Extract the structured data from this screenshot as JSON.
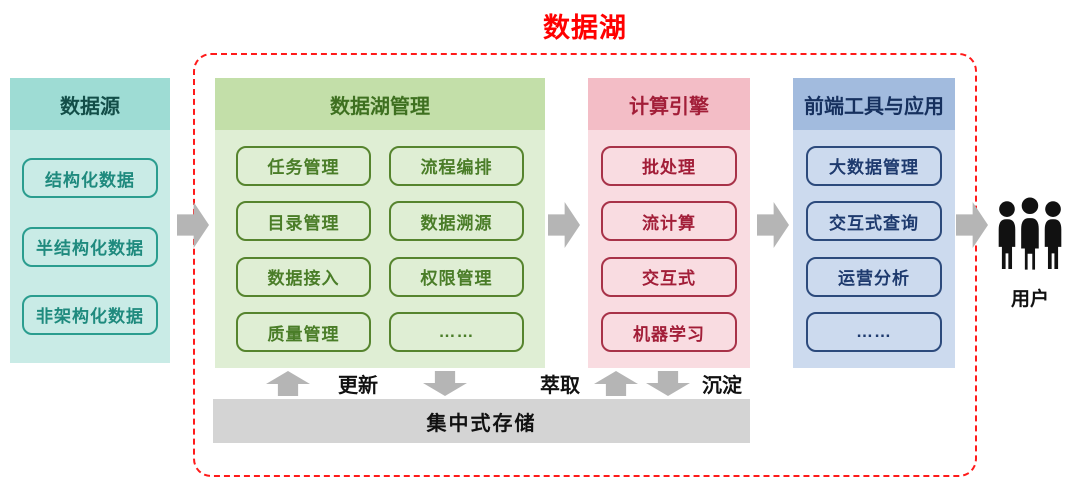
{
  "title": "数据湖",
  "source_column": {
    "header": "数据源",
    "items": [
      "结构化数据",
      "半结构化数据",
      "非架构化数据"
    ]
  },
  "management_column": {
    "header": "数据湖管理",
    "items": [
      "任务管理",
      "流程编排",
      "目录管理",
      "数据溯源",
      "数据接入",
      "权限管理",
      "质量管理",
      "……"
    ]
  },
  "compute_column": {
    "header": "计算引擎",
    "items": [
      "批处理",
      "流计算",
      "交互式",
      "机器学习"
    ]
  },
  "frontend_column": {
    "header": "前端工具与应用",
    "items": [
      "大数据管理",
      "交互式查询",
      "运营分析",
      "……"
    ]
  },
  "storage": {
    "label": "集中式存储"
  },
  "flow_labels": {
    "update": "更新",
    "extract": "萃取",
    "deposit": "沉淀"
  },
  "users": {
    "label": "用户"
  },
  "colors": {
    "title_red": "#ff0000",
    "boundary_red": "#ff1a1a",
    "teal_header": "#9edcd4",
    "teal_body": "#c9ebe6",
    "teal_text": "#1f8a7e",
    "green_header": "#c3dfa9",
    "green_body": "#dfeed4",
    "green_text": "#4a7d28",
    "pink_header": "#f3bdc6",
    "pink_body": "#f9dce1",
    "red_text": "#a21e38",
    "blue_header": "#a2bbde",
    "blue_body": "#ccdaee",
    "navy_text": "#1e3a6e",
    "arrow_gray": "#b5b5b5",
    "storage_gray": "#d4d4d4",
    "icon_black": "#111111"
  }
}
